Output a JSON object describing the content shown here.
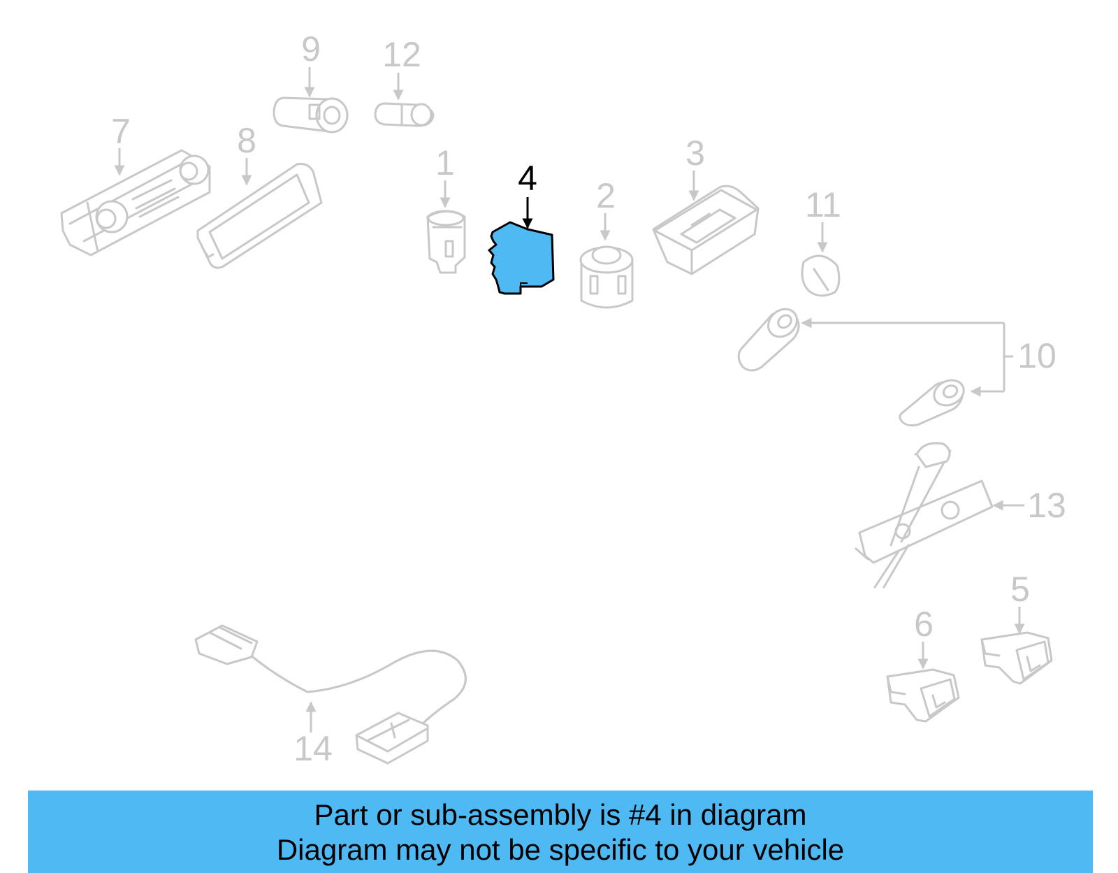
{
  "highlight_color": "#4fb9f4",
  "part_color": "#c8c8c8",
  "highlighted_part": "4",
  "callouts": {
    "c1": "1",
    "c2": "2",
    "c3": "3",
    "c4": "4",
    "c5": "5",
    "c6": "6",
    "c7": "7",
    "c8": "8",
    "c9": "9",
    "c10": "10",
    "c11": "11",
    "c12": "12",
    "c13": "13",
    "c14": "14"
  },
  "banner": {
    "line1": "Part or sub-assembly is #4 in diagram",
    "line2": "Diagram may not be specific to your vehicle"
  }
}
